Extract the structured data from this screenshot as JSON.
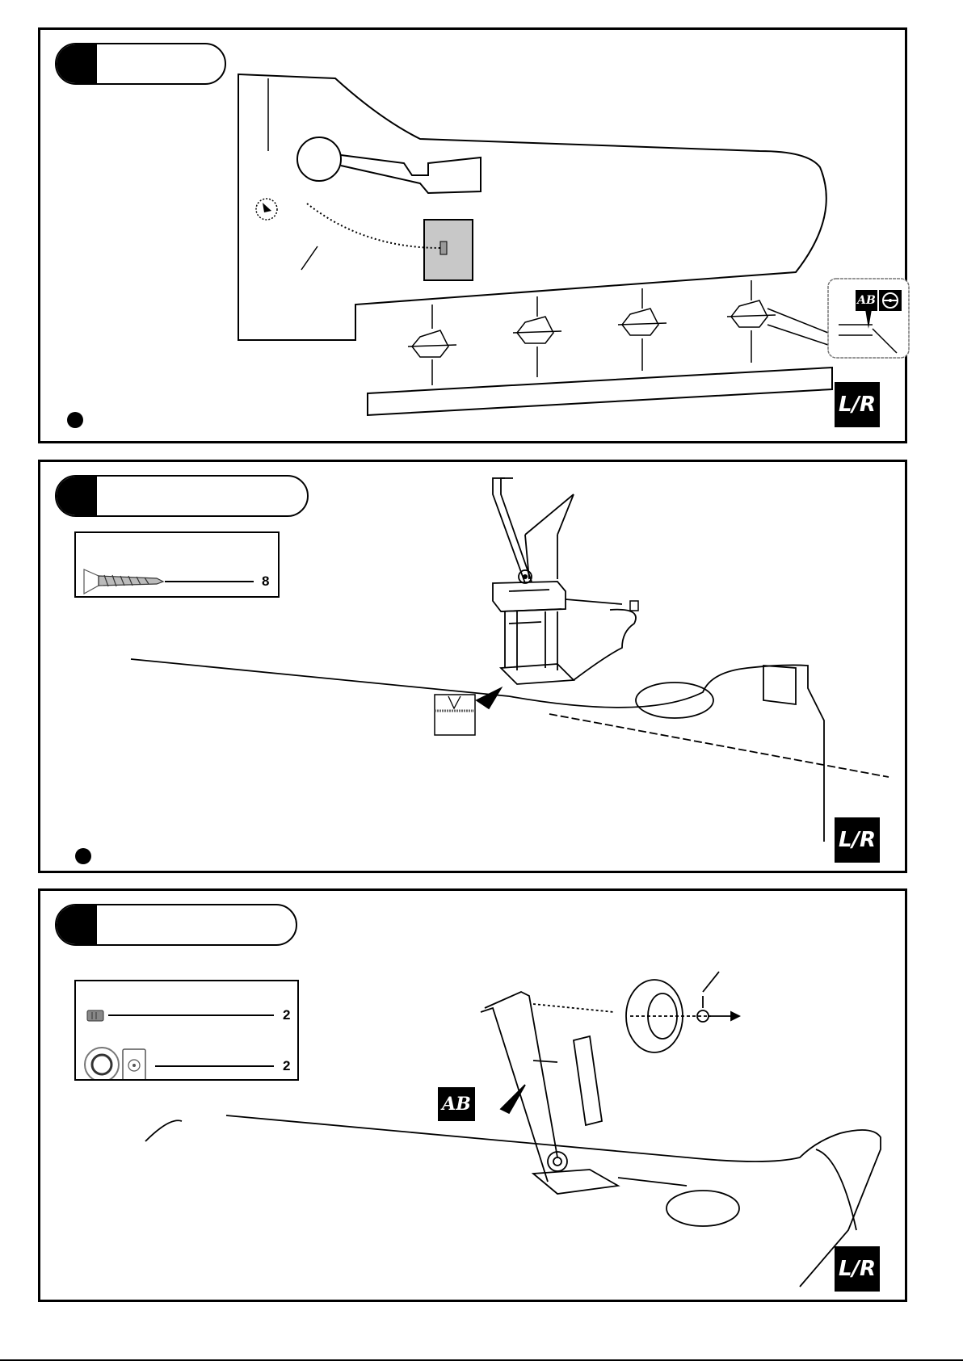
{
  "document": {
    "type": "assembly-instructions",
    "steps": [
      {
        "number": "",
        "title": "",
        "badge": "L/R",
        "callout_badges": [
          "AB",
          "glue-icon"
        ],
        "parts": []
      },
      {
        "number": "",
        "title": "",
        "badge": "L/R",
        "parts": [
          {
            "icon": "screw-icon",
            "quantity": "8"
          }
        ]
      },
      {
        "number": "",
        "title": "",
        "badge": "L/R",
        "callout_badges": [
          "AB"
        ],
        "parts": [
          {
            "icon": "set-screw-icon",
            "quantity": "2"
          },
          {
            "icon": "wheel-collar-icon",
            "quantity": "2"
          }
        ]
      }
    ]
  },
  "badges": {
    "lr": "L/R",
    "ab": "AB"
  }
}
